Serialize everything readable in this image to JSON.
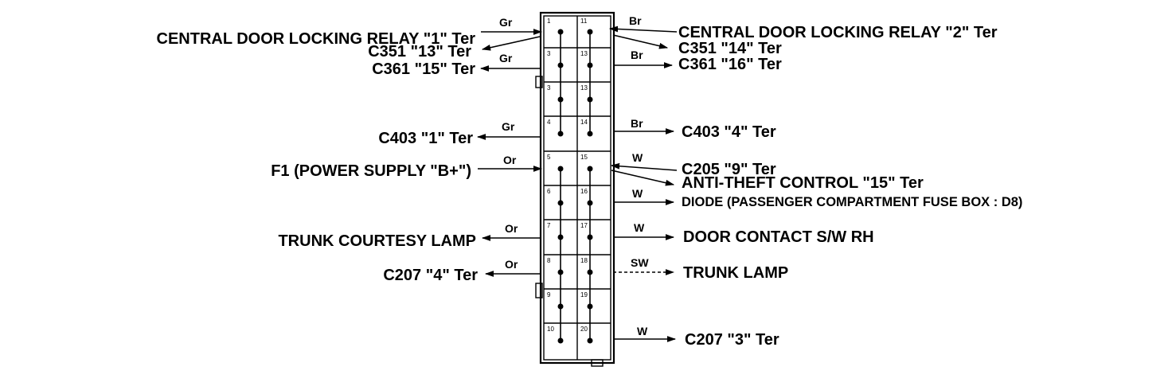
{
  "connector": {
    "left_pins": [
      "1",
      "3",
      "3",
      "4",
      "5",
      "6",
      "7",
      "8",
      "9",
      "10"
    ],
    "right_pins": [
      "11",
      "13",
      "13",
      "14",
      "15",
      "16",
      "17",
      "18",
      "19",
      "20"
    ]
  },
  "left_connections": [
    {
      "label": "CENTRAL DOOR LOCKING RELAY \"1\" Ter",
      "wire": "Gr"
    },
    {
      "label": "C351 \"13\" Ter",
      "wire": ""
    },
    {
      "label": "C361 \"15\" Ter",
      "wire": "Gr"
    },
    {
      "label": "C403 \"1\" Ter",
      "wire": "Gr"
    },
    {
      "label": "F1 (POWER SUPPLY \"B+\")",
      "wire": "Or"
    },
    {
      "label": "TRUNK COURTESY LAMP",
      "wire": "Or"
    },
    {
      "label": "C207 \"4\" Ter",
      "wire": "Or"
    }
  ],
  "right_connections": [
    {
      "label": "CENTRAL DOOR LOCKING RELAY \"2\" Ter",
      "wire": "Br"
    },
    {
      "label": "C351 \"14\" Ter",
      "wire": ""
    },
    {
      "label": "C361 \"16\" Ter",
      "wire": "Br"
    },
    {
      "label": "C403 \"4\" Ter",
      "wire": "Br"
    },
    {
      "label": "C205 \"9\" Ter",
      "wire": "W"
    },
    {
      "label": "ANTI-THEFT CONTROL \"15\" Ter",
      "wire": ""
    },
    {
      "label": "DIODE (PASSENGER COMPARTMENT FUSE BOX : D8)",
      "wire": "W"
    },
    {
      "label": "DOOR CONTACT S/W RH",
      "wire": "W"
    },
    {
      "label": "TRUNK LAMP",
      "wire": "SW"
    },
    {
      "label": "C207 \"3\" Ter",
      "wire": "W"
    }
  ]
}
